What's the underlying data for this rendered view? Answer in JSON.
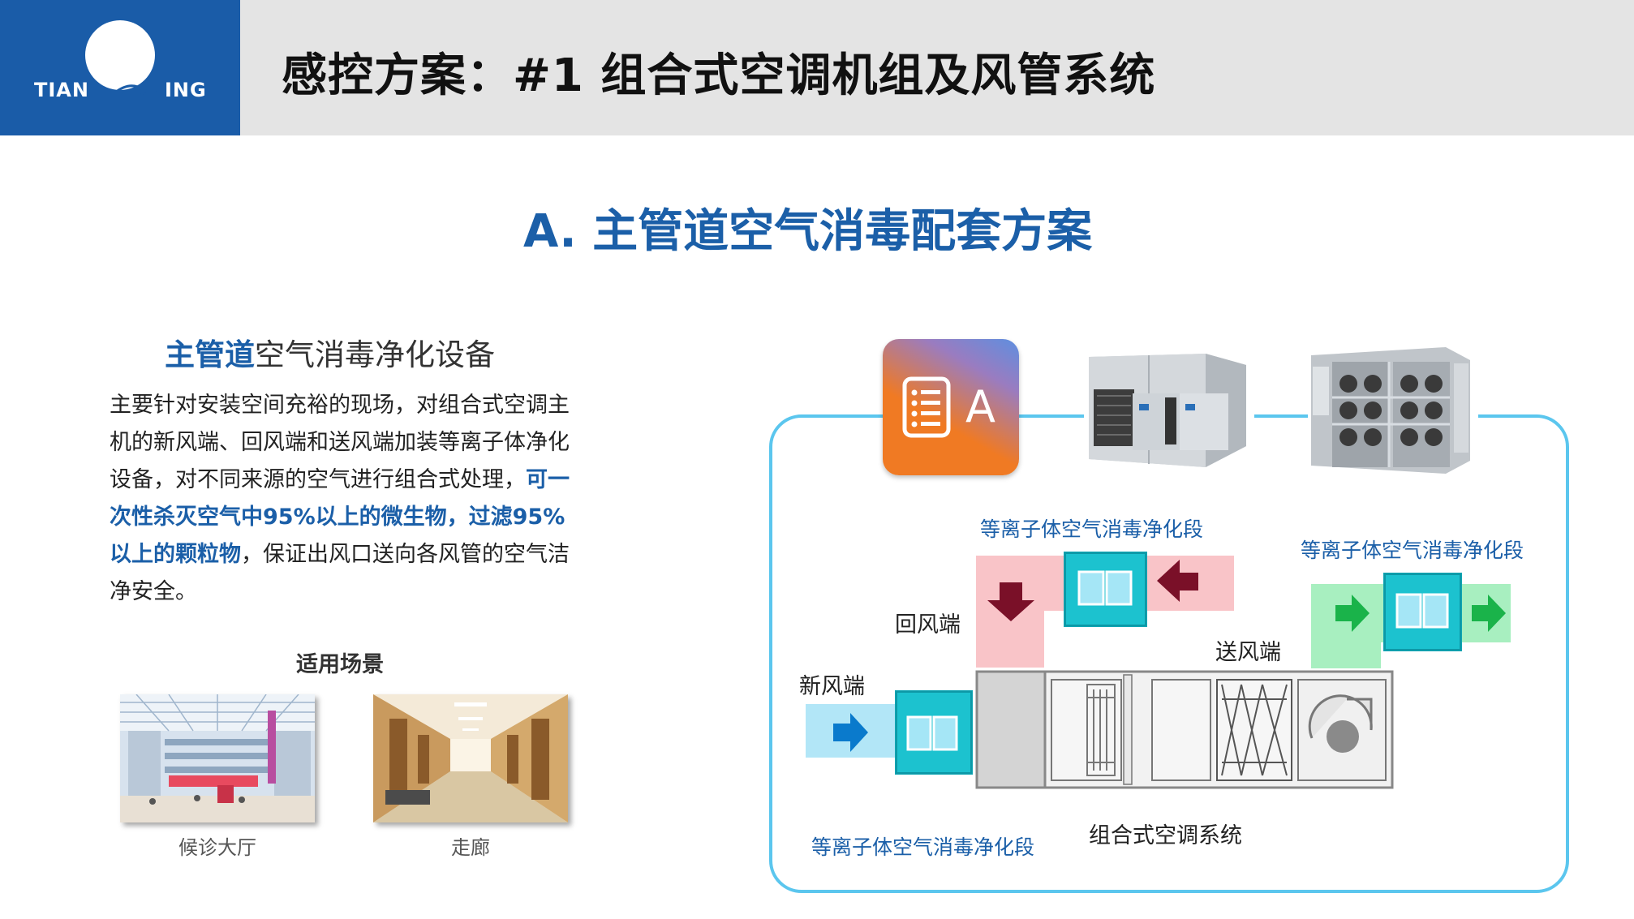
{
  "header": {
    "logo_left": "TIAN",
    "logo_right": "ING",
    "title": "感控方案：#1 组合式空调机组及风管系统"
  },
  "section_title": "A. 主管道空气消毒配套方案",
  "device": {
    "title_highlight": "主管道",
    "title_rest": "空气消毒净化设备",
    "desc_part1": "主要针对安装空间充裕的现场，对组合式空调主机的新风端、回风端和送风端加装等离子体净化设备，对不同来源的空气进行组合式处理，",
    "desc_highlight": "可一次性杀灭空气中95%以上的微生物，过滤95%以上的颗粒物",
    "desc_part2": "，保证出风口送向各风管的空气洁净安全。"
  },
  "scenes": {
    "title": "适用场景",
    "items": [
      {
        "caption": "候诊大厅"
      },
      {
        "caption": "走廊"
      }
    ]
  },
  "diagram": {
    "app_letter": "A",
    "label_top": "等离子体空气消毒净化段",
    "label_right": "等离子体空气消毒净化段",
    "label_bottom": "等离子体空气消毒净化段",
    "return_end": "回风端",
    "supply_end": "送风端",
    "fresh_end": "新风端",
    "system": "组合式空调系统",
    "colors": {
      "panel_border": "#5bc6ee",
      "purifier": "#1cc2cf",
      "return_duct": "#f9c4c8",
      "return_arrow": "#7a1028",
      "fresh_duct": "#b2e6f7",
      "fresh_arrow": "#0a7acc",
      "supply_duct": "#a8efc0",
      "supply_arrow": "#1ab34a"
    }
  }
}
